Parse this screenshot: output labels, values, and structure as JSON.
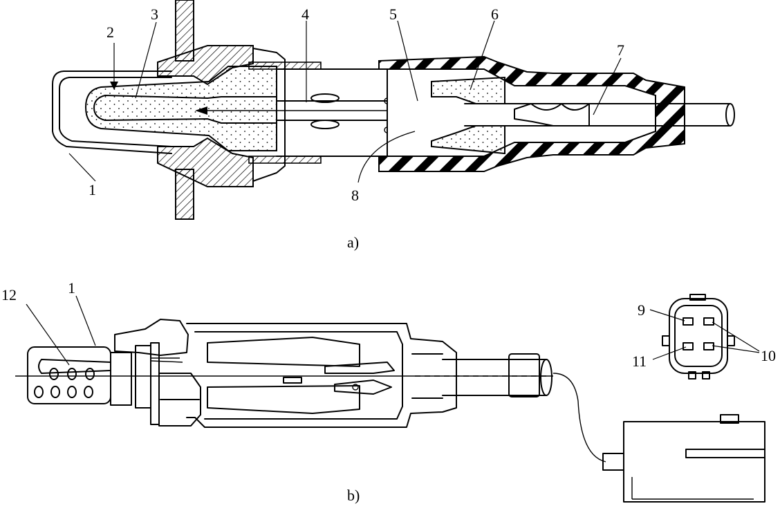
{
  "figure_a": {
    "caption": "a)",
    "callouts": [
      "1",
      "2",
      "3",
      "4",
      "5",
      "6",
      "7",
      "8"
    ]
  },
  "figure_b": {
    "caption": "b)",
    "callouts": [
      "12",
      "1"
    ],
    "connector_callouts": [
      "9",
      "10",
      "11"
    ]
  }
}
